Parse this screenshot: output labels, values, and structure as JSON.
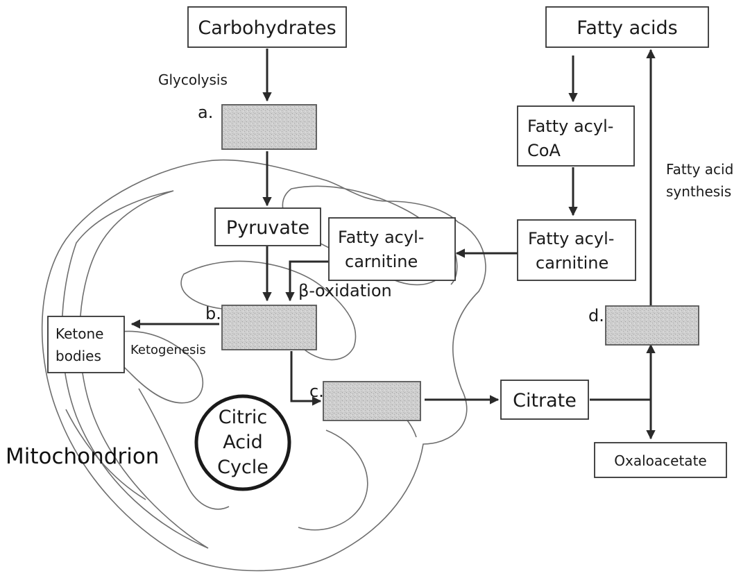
{
  "diagram": {
    "boxes": {
      "carbohydrates": "Carbohydrates",
      "fatty_acids": "Fatty acids",
      "fatty_acyl_coa": [
        "Fatty acyl-",
        "CoA"
      ],
      "fatty_acyl_carnitine_outer": [
        "Fatty acyl-",
        "carnitine"
      ],
      "fatty_acyl_carnitine_inner": [
        "Fatty acyl-",
        "carnitine"
      ],
      "pyruvate": "Pyruvate",
      "ketone_bodies": [
        "Ketone",
        "bodies"
      ],
      "citrate": "Citrate",
      "oxaloacetate": "Oxaloacetate"
    },
    "circle": [
      "Citric",
      "Acid",
      "Cycle"
    ],
    "process_labels": {
      "glycolysis": "Glycolysis",
      "beta_oxidation": "β-oxidation",
      "ketogenesis": "Ketogenesis",
      "fatty_acid_synthesis": [
        "Fatty acid",
        "synthesis"
      ]
    },
    "blank_letters": [
      "a.",
      "b.",
      "c.",
      "d."
    ],
    "organelle_label": "Mitochondrion"
  },
  "colors": {
    "blank_fill": "#c9c9c9",
    "line": "#2a2a2a",
    "outline": "#6e6e6e"
  }
}
